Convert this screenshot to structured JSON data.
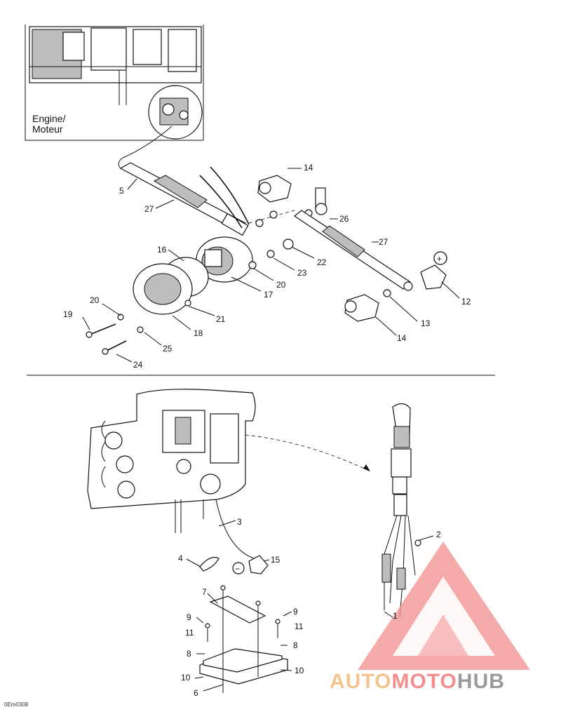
{
  "engine_label_line1": "Engine/",
  "engine_label_line2": "Moteur",
  "ref_code": "0Em0308",
  "polarity": {
    "positive": "+",
    "negative": "−"
  },
  "callouts": {
    "c1": "1",
    "c2": "2",
    "c3": "3",
    "c4": "4",
    "c5": "5",
    "c6": "6",
    "c7": "7",
    "c8a": "8",
    "c8b": "8",
    "c9a": "9",
    "c9b": "9",
    "c10a": "10",
    "c10b": "10",
    "c11a": "11",
    "c11b": "11",
    "c12": "12",
    "c13": "13",
    "c14a": "14",
    "c14b": "14",
    "c15": "15",
    "c16": "16",
    "c17": "17",
    "c18": "18",
    "c19": "19",
    "c20a": "20",
    "c20b": "20",
    "c21": "21",
    "c22": "22",
    "c23": "23",
    "c24": "24",
    "c25": "25",
    "c26": "26",
    "c27a": "27",
    "c27b": "27"
  },
  "watermark": {
    "part1": "AUTO",
    "part2": "MOTO",
    "part3": "HUB"
  },
  "colors": {
    "watermark_orange": "#f4c38f",
    "watermark_red": "#f28e8e",
    "watermark_gray": "#9a9a9a",
    "line": "#111111"
  }
}
